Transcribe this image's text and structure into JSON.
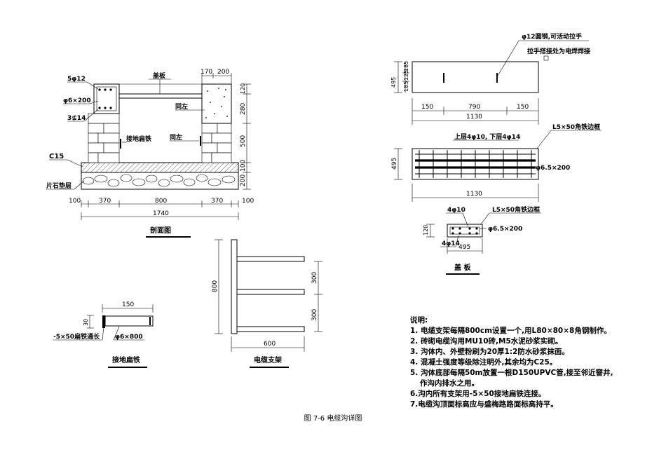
{
  "section": {
    "title": "剖面图",
    "labels": {
      "rebar_5": "5φ12",
      "rebar_6": "φ6×200",
      "rebar_3": "3⊈14",
      "cover": "盖板",
      "c15": "C15",
      "stone": "片石垫层",
      "flatbar": "接地扁铁",
      "same_left1": "同左",
      "same_left2": "同左"
    },
    "dims": {
      "top_170": "170",
      "top_200": "200",
      "v120": "120",
      "v280": "280",
      "v500": "500",
      "v100": "100",
      "v200": "200",
      "b100a": "100",
      "b370a": "370",
      "b800": "800",
      "b370b": "370",
      "b100b": "100",
      "total": "1740"
    }
  },
  "cover_plate": {
    "title": "盖 板",
    "notes": {
      "steel": "φ12圆钢,可活动拉手",
      "weld": "拉手搭接处为电焊焊接"
    },
    "dims": {
      "h495": "495",
      "d185a": "185",
      "d125": "125",
      "d185b": "185",
      "w150a": "150",
      "w790": "790",
      "w150b": "150",
      "w1130": "1130",
      "p495": "495",
      "p1130": "1130",
      "s120": "120",
      "s495": "495"
    },
    "labels": {
      "layers": "上层4φ10, 下层4φ14",
      "angle_frame": "L5×50角铁边框",
      "stirrup": "φ6.5×200",
      "r4_10": "4φ10",
      "angle_frame2": "L5×50角铁边框",
      "stirrup2": "φ6.5×200",
      "r4_14": "4φ14"
    }
  },
  "bracket": {
    "title": "电缆支架",
    "dims": {
      "h800": "800",
      "s300a": "300",
      "s300b": "300",
      "w600": "600"
    }
  },
  "flat_iron": {
    "title": "接地扁铁",
    "dims": {
      "w150": "150",
      "h30": "30"
    },
    "labels": {
      "bar": "-5×50扁铁通长",
      "rod": "φ6×800"
    }
  },
  "notes": {
    "heading": "说明:",
    "items": [
      "1. 电缆支架每隔800cm设置一个,用L80×80×8角钢制作。",
      "2. 砖砌电缆沟用MU10砖,M5水泥砂浆实砌。",
      "3. 沟体内、外壁粉刷为20厚1:2防水砂浆抹面。",
      "4. 混凝土强度等级除注明外,其余均为C25。",
      "5. 沟体底部每隔50m放置一根D150UPVC管,接至邻近窨井,",
      "作沟内排水之用。",
      "6.沟内所有支架用-5×50接地扁铁连接。",
      "7.电缆沟顶面标高应与盛梅路路面标高持平。"
    ]
  },
  "caption": "图 7-6    电缆沟详图"
}
